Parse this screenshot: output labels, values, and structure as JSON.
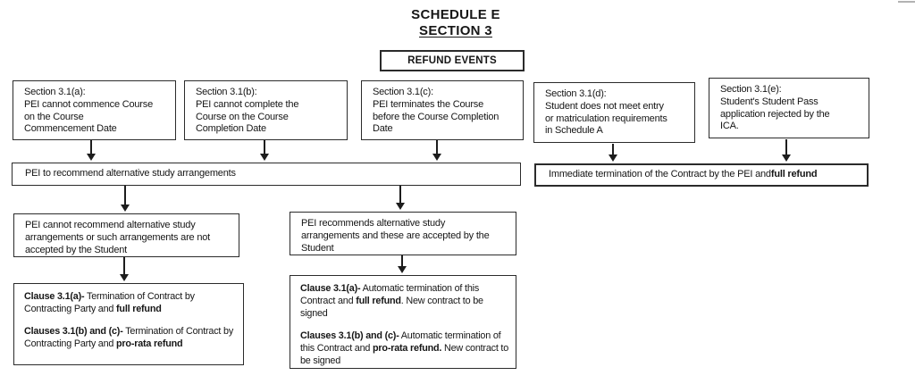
{
  "title": {
    "line1": "SCHEDULE E",
    "line2": "SECTION 3"
  },
  "refund_events_label": "REFUND EVENTS",
  "events": [
    {
      "text": "Section 3.1(a):\nPEI cannot commence Course\non the Course\nCommencement Date"
    },
    {
      "text": "Section 3.1(b):\nPEI cannot complete the\nCourse on the Course\nCompletion Date"
    },
    {
      "text": "Section 3.1(c):\nPEI terminates the Course\nbefore the Course Completion\nDate"
    },
    {
      "text": "Section 3.1(d):\nStudent does not meet entry\nor matriculation requirements\nin Schedule A"
    },
    {
      "text": "Section 3.1(e):\nStudent's Student Pass\napplication rejected by the\nICA."
    }
  ],
  "recommend": {
    "text": "PEI to recommend alternative study arrangements"
  },
  "immediate": {
    "text": "Immediate termination of the Contract by the PEI and ",
    "bold": "full refund"
  },
  "no_alternative": {
    "text": "PEI cannot recommend alternative study\narrangements or such arrangements are not\naccepted by the Student"
  },
  "alternative_accepted": {
    "text": "PEI recommends alternative study\narrangements and these are accepted by the\nStudent"
  },
  "outcome_left": {
    "p1": {
      "b1": "Clause 3.1(a)-",
      "t1": " Termination of Contract by Contracting Party and ",
      "b2": "full refund"
    },
    "p2": {
      "b1": "Clauses 3.1(b) and (c)-",
      "t1": " Termination of Contract by Contracting Party and ",
      "b2": "pro-rata refund"
    }
  },
  "outcome_mid": {
    "p1": {
      "b1": "Clause 3.1(a)-",
      "t1": " Automatic termination of this Contract and ",
      "b2": "full refund",
      "t2": ". New contract to be signed"
    },
    "p2": {
      "b1": "Clauses 3.1(b) and (c)-",
      "t1": " Automatic termination of this Contract and ",
      "b2": "pro-rata refund.",
      "t2": " New contract to be signed"
    }
  },
  "colors": {
    "ink": "#1d1d1d",
    "border": "#2b2b2b",
    "background": "#ffffff"
  }
}
